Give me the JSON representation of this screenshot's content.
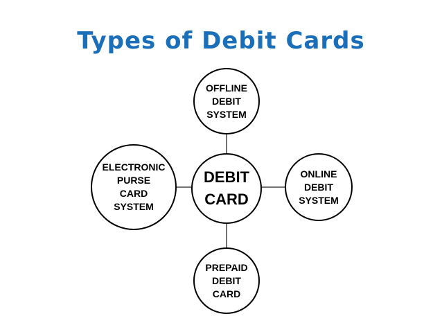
{
  "title": "Types of Debit Cards",
  "center": {
    "label": "DEBIT\nCARD"
  },
  "nodes": {
    "top": {
      "label": "OFFLINE\nDEBIT\nSYSTEM"
    },
    "right": {
      "label": "ONLINE\nDEBIT\nSYSTEM"
    },
    "bottom": {
      "label": "PREPAID\nDEBIT\nCARD"
    },
    "left": {
      "label": "ELECTRONIC\nPURSE\nCARD\nSYSTEM"
    }
  },
  "colors": {
    "title": "#1a6fb8",
    "stroke": "#000000",
    "connector": "#444444"
  }
}
